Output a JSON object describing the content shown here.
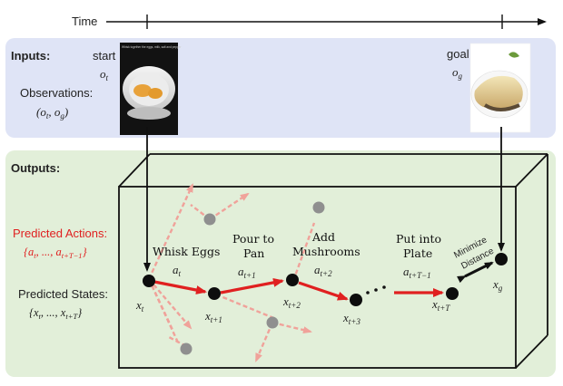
{
  "time_label": "Time",
  "inputs": {
    "title": "Inputs:",
    "observations_label": "Observations:",
    "observations_math": "(o",
    "obs_sub_t": "t",
    "obs_sep": ", o",
    "obs_sub_g": "g",
    "obs_close": ")",
    "start_label": "start",
    "start_math": "o",
    "start_sub": "t",
    "goal_label": "goal",
    "goal_math": "o",
    "goal_sub": "g",
    "start_caption": "Whisk together the eggs, milk, salt and pepper"
  },
  "outputs": {
    "title": "Outputs:",
    "predicted_actions_label": "Predicted Actions:",
    "predicted_actions_math": "{a",
    "pa_sub_a": "t",
    "pa_mid": ", ..., a",
    "pa_sub_b": "t+T−1",
    "pa_close": "}",
    "predicted_states_label": "Predicted States:",
    "predicted_states_math": "{x",
    "ps_sub_a": "t",
    "ps_mid": ", ..., x",
    "ps_sub_b": "t+T",
    "ps_close": "}"
  },
  "steps": [
    {
      "line1": "Whisk Eggs",
      "line2": "",
      "action": "a",
      "action_sub": "t"
    },
    {
      "line1": "Pour to",
      "line2": "Pan",
      "action": "a",
      "action_sub": "t+1"
    },
    {
      "line1": "Add",
      "line2": "Mushrooms",
      "action": "a",
      "action_sub": "t+2"
    },
    {
      "line1": "Put into",
      "line2": "Plate",
      "action": "a",
      "action_sub": "t+T−1"
    }
  ],
  "states": [
    {
      "name": "x",
      "sub": "t"
    },
    {
      "name": "x",
      "sub": "t+1"
    },
    {
      "name": "x",
      "sub": "t+2"
    },
    {
      "name": "x",
      "sub": "t+3"
    },
    {
      "name": "x",
      "sub": "t+T"
    },
    {
      "name": "x",
      "sub": "g"
    }
  ],
  "minimize_label_1": "Minimize",
  "minimize_label_2": "Distance",
  "colors": {
    "inputs_bg": "#dfe4f6",
    "outputs_bg": "#e2efd9",
    "action_red": "#e02020",
    "dashed_pink": "#f0a29a",
    "node_gray": "#8f8f8f"
  }
}
